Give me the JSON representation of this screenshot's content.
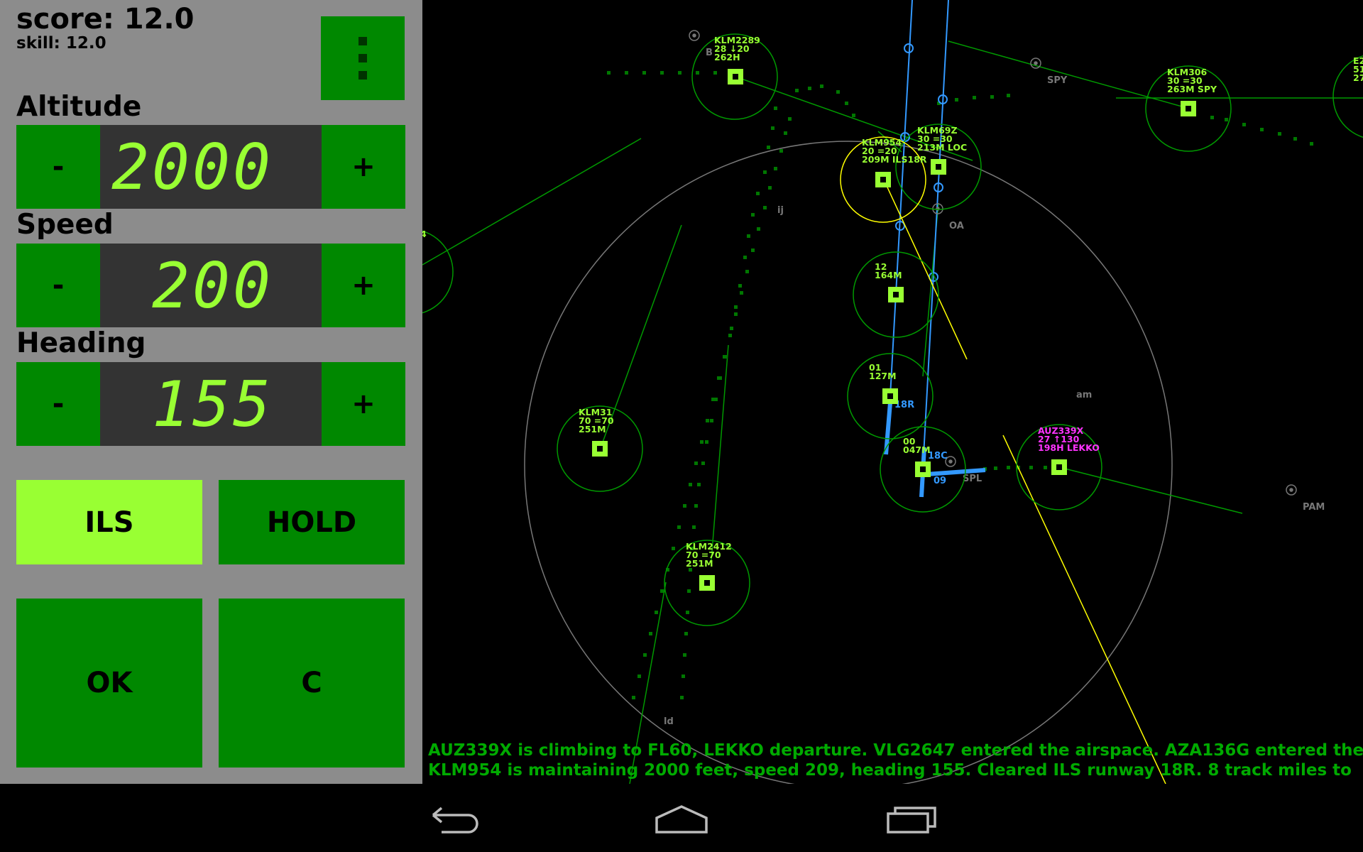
{
  "header": {
    "score": "score: 12.0",
    "skill": "skill: 12.0"
  },
  "menu": {
    "icon": "overflow-menu-icon"
  },
  "controls": {
    "altitude": {
      "label": "Altitude",
      "value": "2000",
      "minus": "-",
      "plus": "+"
    },
    "speed": {
      "label": "Speed",
      "value": "200",
      "minus": "-",
      "plus": "+"
    },
    "heading": {
      "label": "Heading",
      "value": "155",
      "minus": "-",
      "plus": "+"
    },
    "ils": "ILS",
    "hold": "HOLD",
    "ok": "OK",
    "cancel": "C"
  },
  "colors": {
    "panel": "#8c8c8c",
    "button": "#008800",
    "active": "#99ff33",
    "display": "#333333",
    "radar_text": "#99ff33",
    "selected": "#ffff00",
    "ils_beam": "#3399ff",
    "departure": "#ff33ff"
  },
  "waypoints": [
    "SPY",
    "OA",
    "am",
    "SPL",
    "PAM",
    "ij",
    "ld",
    "B"
  ],
  "runways": [
    "18R",
    "18C",
    "09"
  ],
  "aircraft": [
    {
      "id": "KLM2289",
      "l2": "28 ↓20",
      "l3": "262H"
    },
    {
      "id": "KLM954",
      "l2": "20 =20",
      "l3": "209M ILS18R"
    },
    {
      "id": "KLM69Z",
      "l2": "30 =30",
      "l3": "213M LOC"
    },
    {
      "id": "KLM306",
      "l2": "30 =30",
      "l3": "263M SPY"
    },
    {
      "id": "E2",
      "l2": "51",
      "l3": "27"
    },
    {
      "id": "12",
      "l2": "164M",
      "l3": ""
    },
    {
      "id": "01",
      "l2": "127M",
      "l3": ""
    },
    {
      "id": "00",
      "l2": "047M",
      "l3": ""
    },
    {
      "id": "KLM31",
      "l2": "70 =70",
      "l3": "251M"
    },
    {
      "id": "KLM2412",
      "l2": "70 =70",
      "l3": "251M"
    },
    {
      "id": "AUZ339X",
      "l2": "27 ↑130",
      "l3": "198H LEKKO"
    },
    {
      "id": "4",
      "l2": "",
      "l3": ""
    }
  ],
  "messages": [
    "AUZ339X is climbing to FL60, LEKKO departure. VLG2647 entered the airspace. AZA136G entered the",
    "KLM954 is maintaining 2000 feet, speed 209, heading 155. Cleared ILS runway 18R. 8 track miles to"
  ],
  "nav": {
    "back": "back-icon",
    "home": "home-icon",
    "recents": "recents-icon"
  }
}
